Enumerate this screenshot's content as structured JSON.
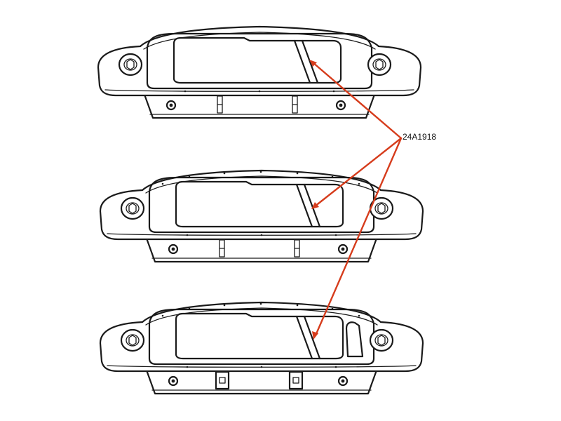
{
  "callout": {
    "part_number": "24A1918",
    "leader_color": "#d63c1c"
  },
  "panels": [
    {
      "variant": "upper",
      "has_side_duct": false
    },
    {
      "variant": "middle",
      "has_side_duct": false
    },
    {
      "variant": "lower",
      "has_side_duct": true
    }
  ]
}
